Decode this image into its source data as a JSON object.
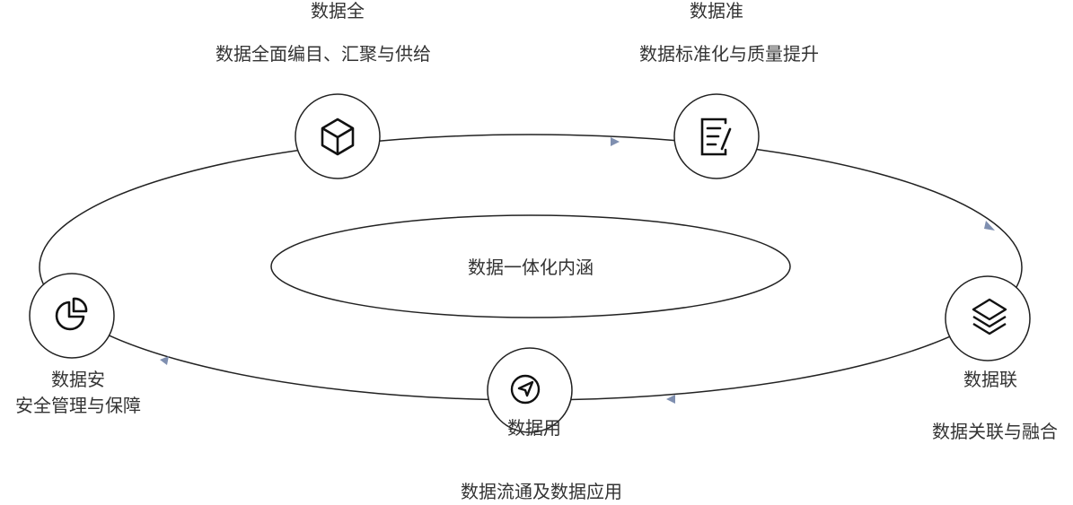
{
  "center": "数据一体化内涵",
  "nodes": [
    {
      "icon": "cube-icon",
      "title": "数据全",
      "subtitle": "数据全面编目、汇聚与供给"
    },
    {
      "icon": "edit-document-icon",
      "title": "数据准",
      "subtitle": "数据标准化与质量提升"
    },
    {
      "icon": "layers-icon",
      "title": "数据联",
      "subtitle": "数据关联与融合"
    },
    {
      "icon": "send-icon",
      "title": "数据用",
      "subtitle": "数据流通及数据应用"
    },
    {
      "icon": "pie-chart-icon",
      "title": "数据安",
      "subtitle": "安全管理与保障"
    }
  ],
  "colors": {
    "line": "#222222",
    "arrow": "#7f8fb0",
    "text": "#333333"
  }
}
